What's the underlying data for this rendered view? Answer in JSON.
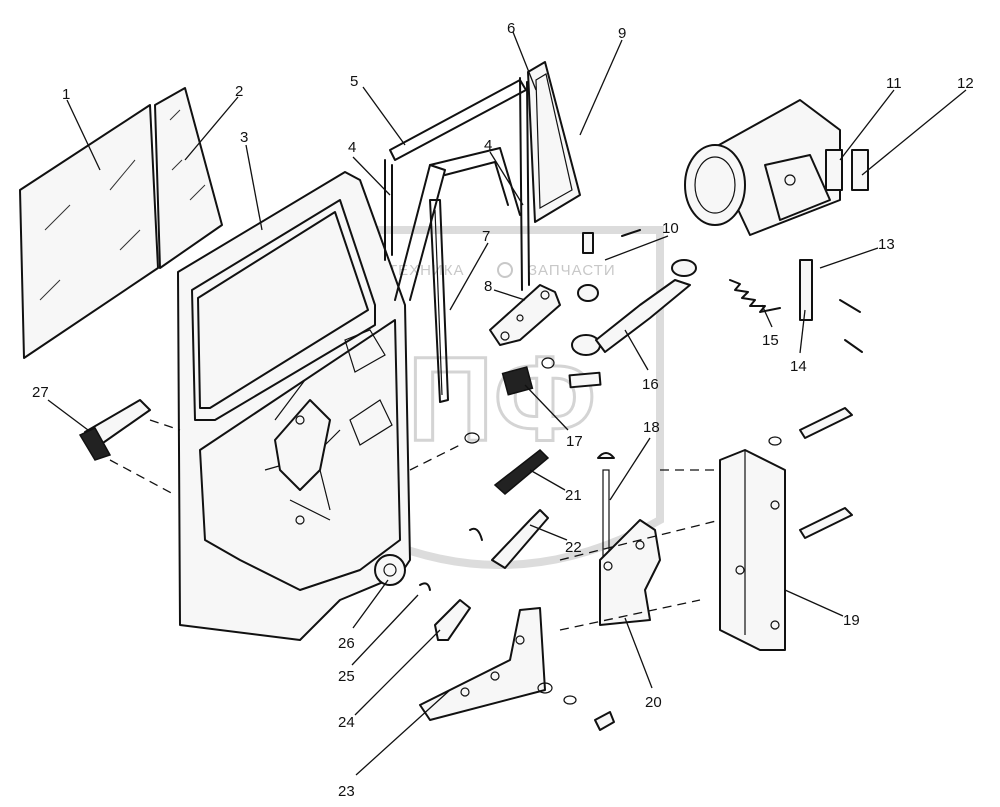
{
  "watermark": {
    "left_text": "ТЕХНИКА",
    "right_text": "ЗАПЧАСТИ",
    "logo_letters": "ЭПФ"
  },
  "callouts": [
    "1",
    "2",
    "3",
    "4",
    "4",
    "5",
    "6",
    "7",
    "8",
    "9",
    "10",
    "11",
    "12",
    "13",
    "14",
    "15",
    "16",
    "17",
    "18",
    "19",
    "20",
    "21",
    "22",
    "23",
    "24",
    "25",
    "26",
    "27"
  ]
}
